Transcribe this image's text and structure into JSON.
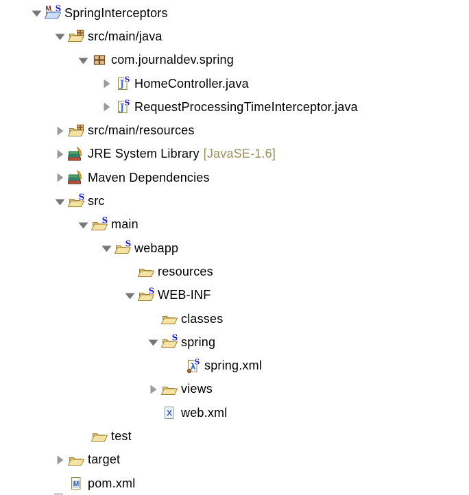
{
  "colors": {
    "background": "#ffffff",
    "text": "#000000",
    "suffix_text": "#9C8F5C",
    "expanded_arrow": "#787878",
    "collapsed_arrow": "#9A9A9A",
    "folder_fill": "#F5E3A4",
    "folder_stroke": "#A07F2F",
    "spring_badge_blue": "#2121CE",
    "project_folder_blue": "#CEDCF4"
  },
  "tree": {
    "name": "eclipse-project-explorer",
    "rows": [
      {
        "label": "SpringInterceptors",
        "depth": 0,
        "arrow": "expanded",
        "icon": "maven-spring-project-icon"
      },
      {
        "label": "src/main/java",
        "depth": 1,
        "arrow": "expanded",
        "icon": "java-source-folder-icon"
      },
      {
        "label": "com.journaldev.spring",
        "depth": 2,
        "arrow": "expanded",
        "icon": "package-icon"
      },
      {
        "label": "HomeController.java",
        "depth": 3,
        "arrow": "collapsed",
        "icon": "java-spring-file-icon"
      },
      {
        "label": "RequestProcessingTimeInterceptor.java",
        "depth": 3,
        "arrow": "collapsed",
        "icon": "java-spring-file-icon"
      },
      {
        "label": "src/main/resources",
        "depth": 1,
        "arrow": "collapsed",
        "icon": "java-source-folder-icon"
      },
      {
        "label": "JRE System Library",
        "suffix": "[JavaSE-1.6]",
        "depth": 1,
        "arrow": "collapsed",
        "icon": "library-icon"
      },
      {
        "label": "Maven Dependencies",
        "depth": 1,
        "arrow": "collapsed",
        "icon": "library-icon"
      },
      {
        "label": "src",
        "depth": 1,
        "arrow": "expanded",
        "icon": "spring-folder-icon"
      },
      {
        "label": "main",
        "depth": 2,
        "arrow": "expanded",
        "icon": "spring-folder-icon"
      },
      {
        "label": "webapp",
        "depth": 3,
        "arrow": "expanded",
        "icon": "spring-folder-icon"
      },
      {
        "label": "resources",
        "depth": 4,
        "arrow": "none",
        "icon": "folder-icon"
      },
      {
        "label": "WEB-INF",
        "depth": 4,
        "arrow": "expanded",
        "icon": "spring-folder-icon"
      },
      {
        "label": "classes",
        "depth": 5,
        "arrow": "none",
        "icon": "folder-icon"
      },
      {
        "label": "spring",
        "depth": 5,
        "arrow": "expanded",
        "icon": "spring-folder-icon"
      },
      {
        "label": "spring.xml",
        "depth": 6,
        "arrow": "none",
        "icon": "spring-config-file-icon"
      },
      {
        "label": "views",
        "depth": 5,
        "arrow": "collapsed",
        "icon": "folder-icon"
      },
      {
        "label": "web.xml",
        "depth": 5,
        "arrow": "none",
        "icon": "xml-file-icon"
      },
      {
        "label": "test",
        "depth": 2,
        "arrow": "none",
        "icon": "folder-icon"
      },
      {
        "label": "target",
        "depth": 1,
        "arrow": "collapsed",
        "icon": "folder-icon"
      },
      {
        "label": "pom.xml",
        "depth": 1,
        "arrow": "none",
        "icon": "maven-pom-file-icon"
      }
    ],
    "partial_next_row": {
      "visible": true
    }
  }
}
